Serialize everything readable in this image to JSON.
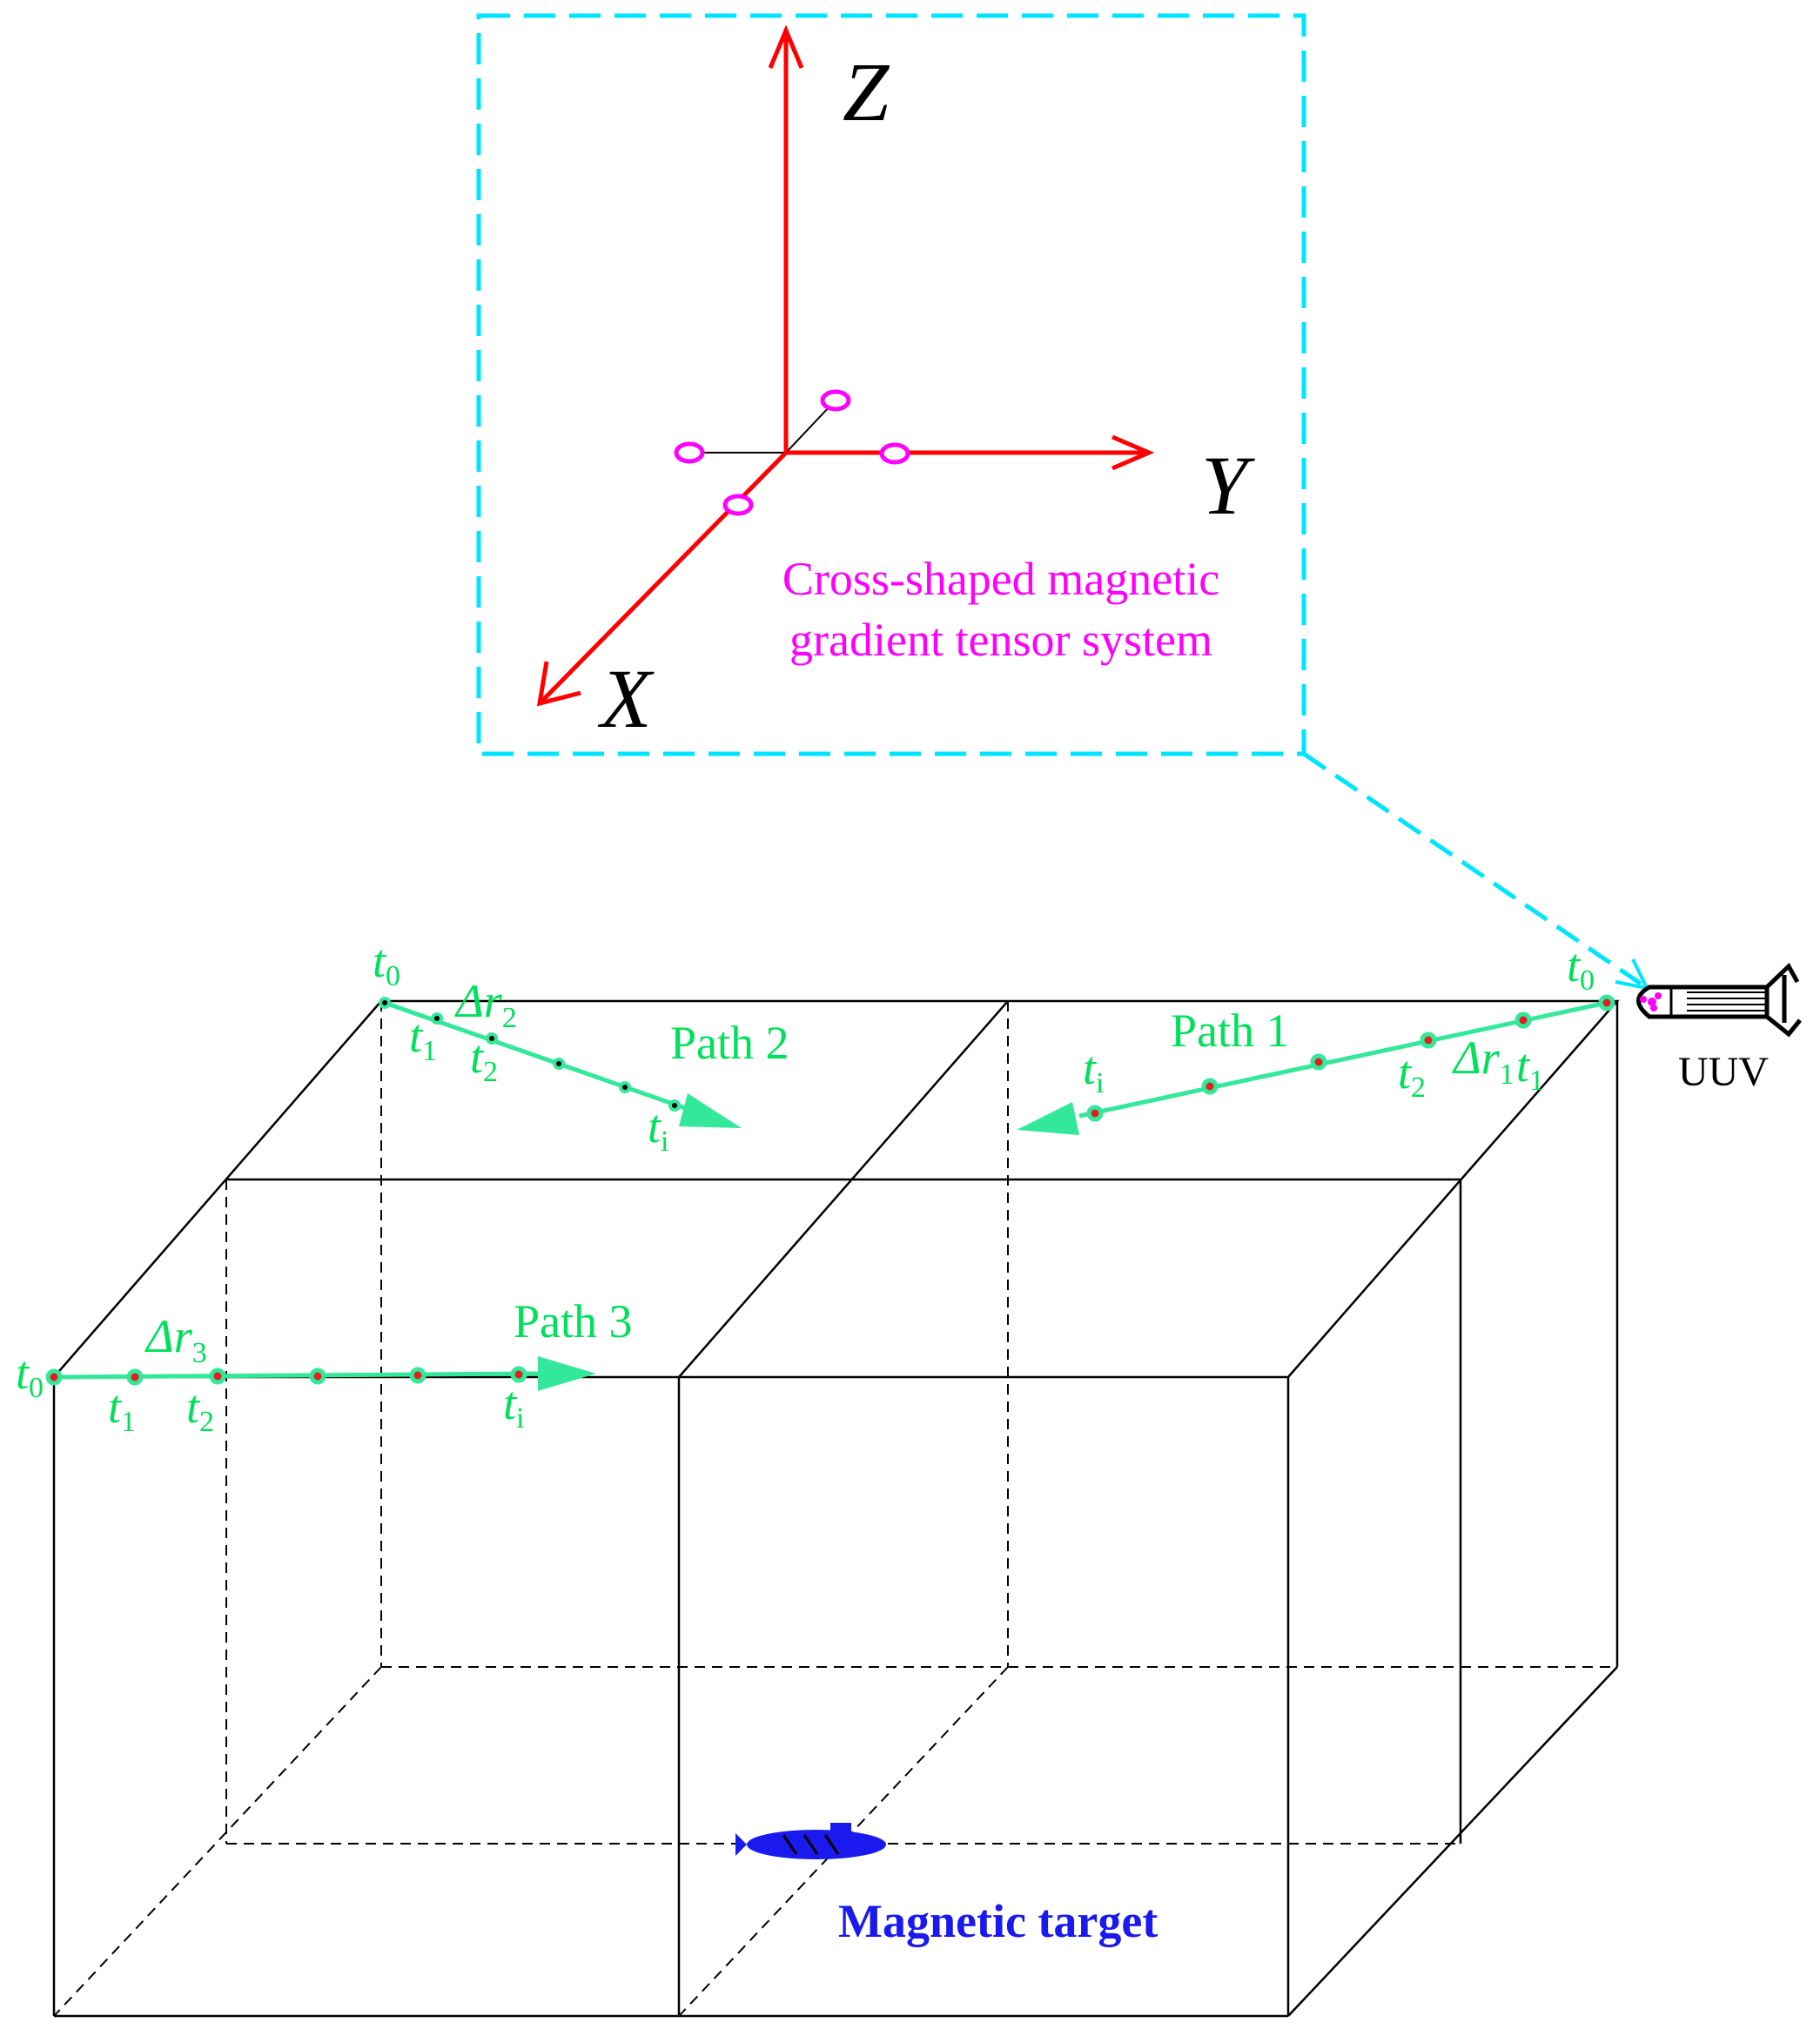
{
  "inset": {
    "axes": {
      "z": "Z",
      "y": "Y",
      "x": "X"
    },
    "caption_line1": "Cross-shaped magnetic",
    "caption_line2": "gradient tensor system"
  },
  "uuv_label": "UUV",
  "target_label": "Magnetic target",
  "time_symbol": "t",
  "delta_symbol": "Δr",
  "paths": [
    {
      "name": "Path 1",
      "times": {
        "t0": "0",
        "t1": "1",
        "t2": "2",
        "ti": "i"
      },
      "delta_index": "1"
    },
    {
      "name": "Path 2",
      "times": {
        "t0": "0",
        "t1": "1",
        "t2": "2",
        "ti": "i"
      },
      "delta_index": "2"
    },
    {
      "name": "Path 3",
      "times": {
        "t0": "0",
        "t1": "1",
        "t2": "2",
        "ti": "i"
      },
      "delta_index": "3"
    }
  ],
  "colors": {
    "axis": "#ff0000",
    "sensor": "#ff00ff",
    "inset_border": "#00e5ff",
    "path": "#33e89a",
    "label_green": "#00e05a",
    "point": "#e02020",
    "target": "#1a1aee"
  }
}
